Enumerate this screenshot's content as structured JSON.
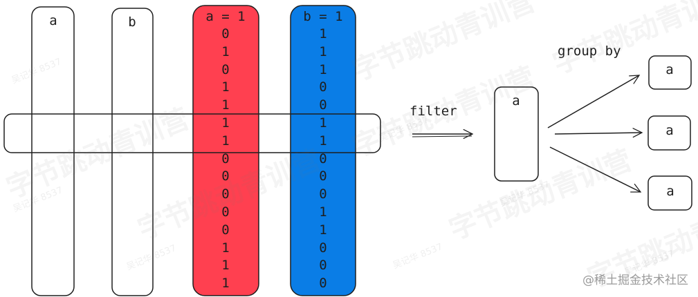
{
  "columns": {
    "a": {
      "title": "a"
    },
    "b": {
      "title": "b"
    },
    "a_eq_1": {
      "title": "a = 1",
      "values": [
        "0",
        "1",
        "0",
        "1",
        "1",
        "1",
        "1",
        "0",
        "0",
        "0",
        "0",
        "0",
        "1",
        "1",
        "1"
      ],
      "fill": "#ff4050"
    },
    "b_eq_1": {
      "title": "b = 1",
      "values": [
        "1",
        "1",
        "1",
        "0",
        "0",
        "1",
        "1",
        "0",
        "0",
        "0",
        "1",
        "1",
        "0",
        "0",
        "0"
      ],
      "fill": "#0a7de6"
    }
  },
  "flow": {
    "filter_label": "filter",
    "filtered_box": "a",
    "group_label": "group by",
    "groups": [
      "a",
      "a",
      "a"
    ]
  },
  "watermark": {
    "text": "字节跳动青训营",
    "small_text": "吴记华 8537"
  },
  "credit": "@稀土掘金技术社区",
  "colors": {
    "stroke": "#1e1e1e",
    "red": "#ff4050",
    "blue": "#0a7de6"
  }
}
